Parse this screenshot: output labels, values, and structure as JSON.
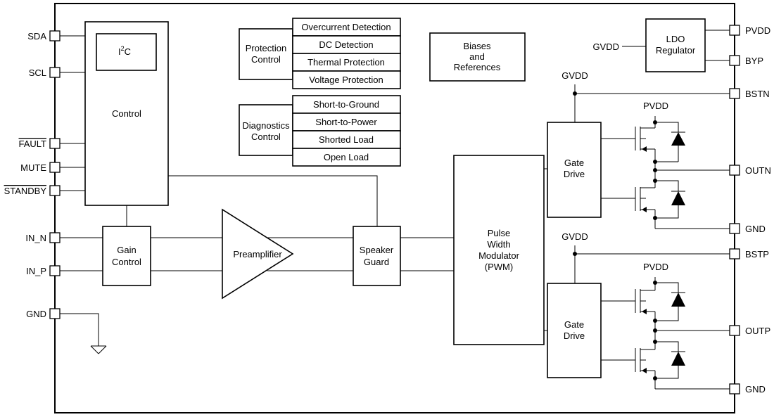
{
  "pins_left": {
    "sda": "SDA",
    "scl": "SCL",
    "fault": "FAULT",
    "mute": "MUTE",
    "standby": "STANDBY",
    "in_n": "IN_N",
    "in_p": "IN_P",
    "gnd": "GND"
  },
  "pins_right": {
    "pvdd": "PVDD",
    "byp": "BYP",
    "bstn": "BSTN",
    "outn": "OUTN",
    "gnd_top": "GND",
    "bstp": "BSTP",
    "outp": "OUTP",
    "gnd_bottom": "GND"
  },
  "blocks": {
    "i2c_main": "I",
    "i2c_sup": "2",
    "i2c_end": "C",
    "control": "Control",
    "gain_control": [
      "Gain",
      "Control"
    ],
    "preamplifier": "Preamplifier",
    "speaker_guard": [
      "Speaker",
      "Guard"
    ],
    "pwm": [
      "Pulse",
      "Width",
      "Modulator",
      "(PWM)"
    ],
    "gate_drive": [
      "Gate",
      "Drive"
    ],
    "biases": [
      "Biases",
      "and",
      "References"
    ],
    "ldo": [
      "LDO",
      "Regulator"
    ],
    "protection_control": [
      "Protection",
      "Control"
    ],
    "diagnostics_control": [
      "Diagnostics",
      "Control"
    ]
  },
  "protection_items": [
    "Overcurrent Detection",
    "DC Detection",
    "Thermal Protection",
    "Voltage Protection"
  ],
  "diagnostics_items": [
    "Short-to-Ground",
    "Short-to-Power",
    "Shorted Load",
    "Open Load"
  ],
  "rails": {
    "gvdd": "GVDD",
    "pvdd": "PVDD"
  }
}
